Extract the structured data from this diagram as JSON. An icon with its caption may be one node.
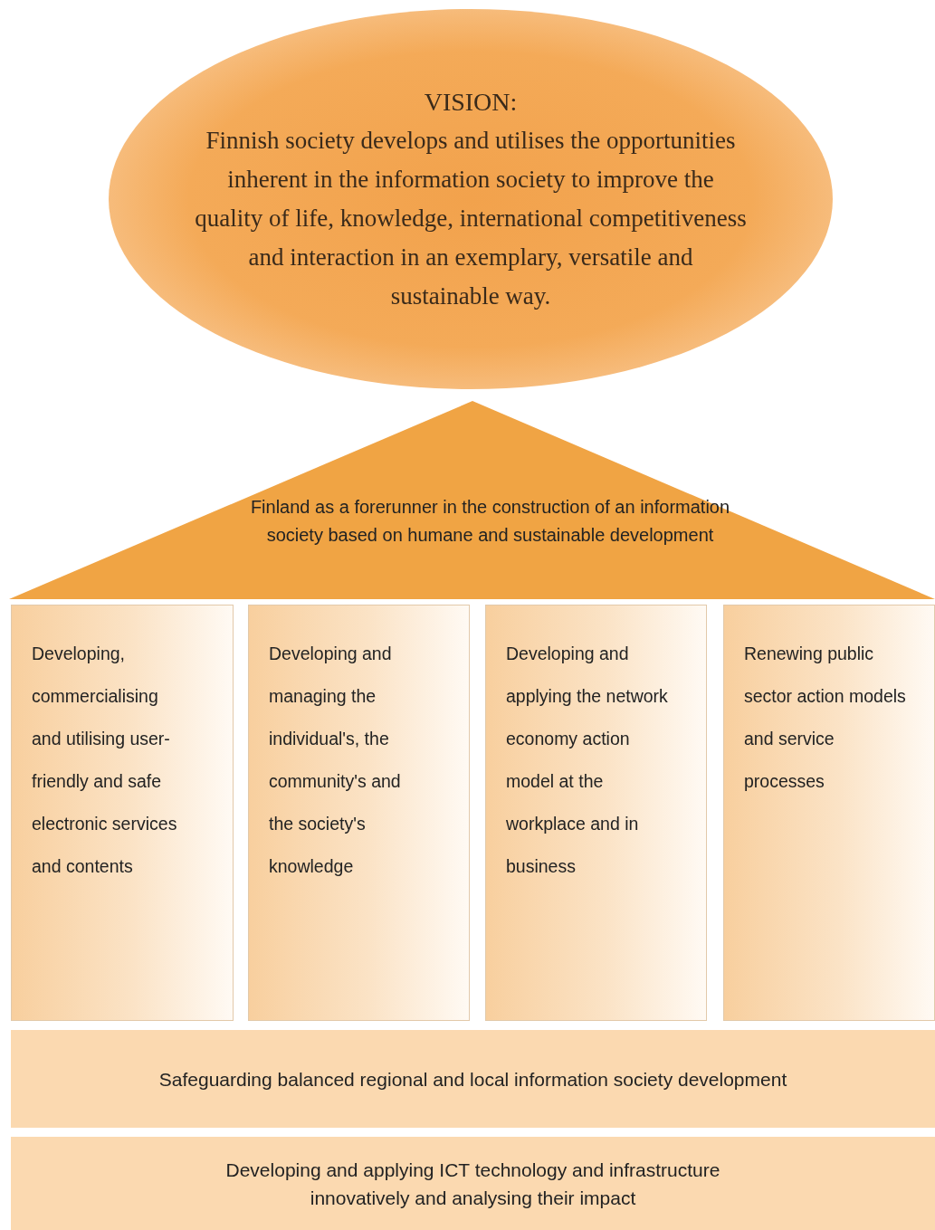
{
  "diagram": {
    "nodes": [
      {
        "text": [
          "VISION:",
          "Finnish society develops and utilises the opportunities inherent in the information society to improve the quality of life, knowledge, international competitiveness and interaction in an exemplary, versatile and sustainable way."
        ]
      },
      {
        "text": [
          "Finland as a forerunner in the construction of an information society based on humane and sustainable development"
        ]
      },
      {
        "text": [
          "Developing, commercialising and utilising user-friendly and safe electronic services and contents"
        ]
      },
      {
        "text": [
          "Developing and managing the individual's, the community's and the society's knowledge"
        ]
      },
      {
        "text": [
          "Developing and applying the network economy action model at the workplace and in business"
        ]
      },
      {
        "text": [
          "Renewing public sector action models and service processes"
        ]
      },
      {
        "text": [
          "Safeguarding balanced regional and local information society development"
        ]
      },
      {
        "text": [
          "Developing and applying ICT technology and infrastructure innovatively and analysing their impact"
        ]
      }
    ]
  }
}
